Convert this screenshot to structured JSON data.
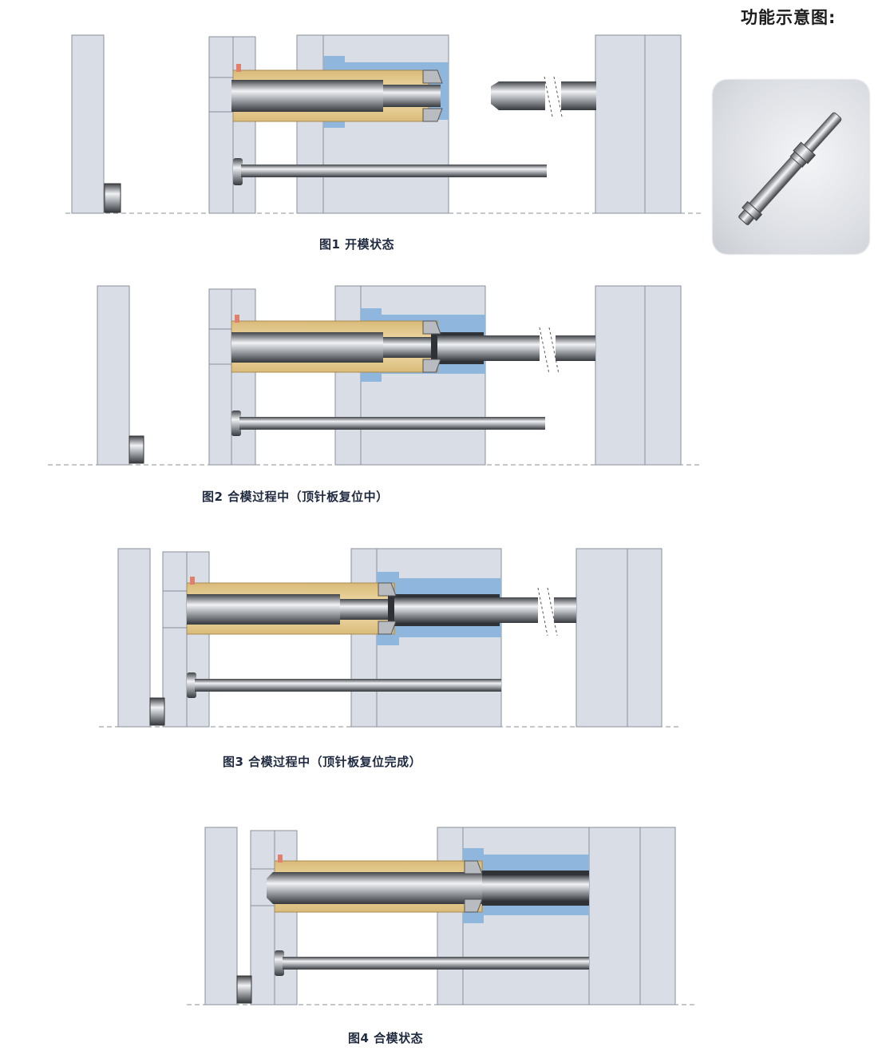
{
  "header": {
    "title": "功能示意图:"
  },
  "figures": [
    {
      "caption": "图1 开模状态"
    },
    {
      "caption": "图2 合模过程中（顶针板复位中）"
    },
    {
      "caption": "图3 合模过程中（顶针板复位完成）"
    },
    {
      "caption": "图4 合模状态"
    }
  ],
  "photo": {
    "icon": "ejector-reset-pin-icon"
  },
  "colors": {
    "plate": "#d9dde6",
    "plate_border": "#8a8f9a",
    "sleeve": "#e8cf98",
    "cavity": "#8fb6dc",
    "steel_dark": "#4a4d52",
    "steel_light": "#f2f3f5"
  }
}
